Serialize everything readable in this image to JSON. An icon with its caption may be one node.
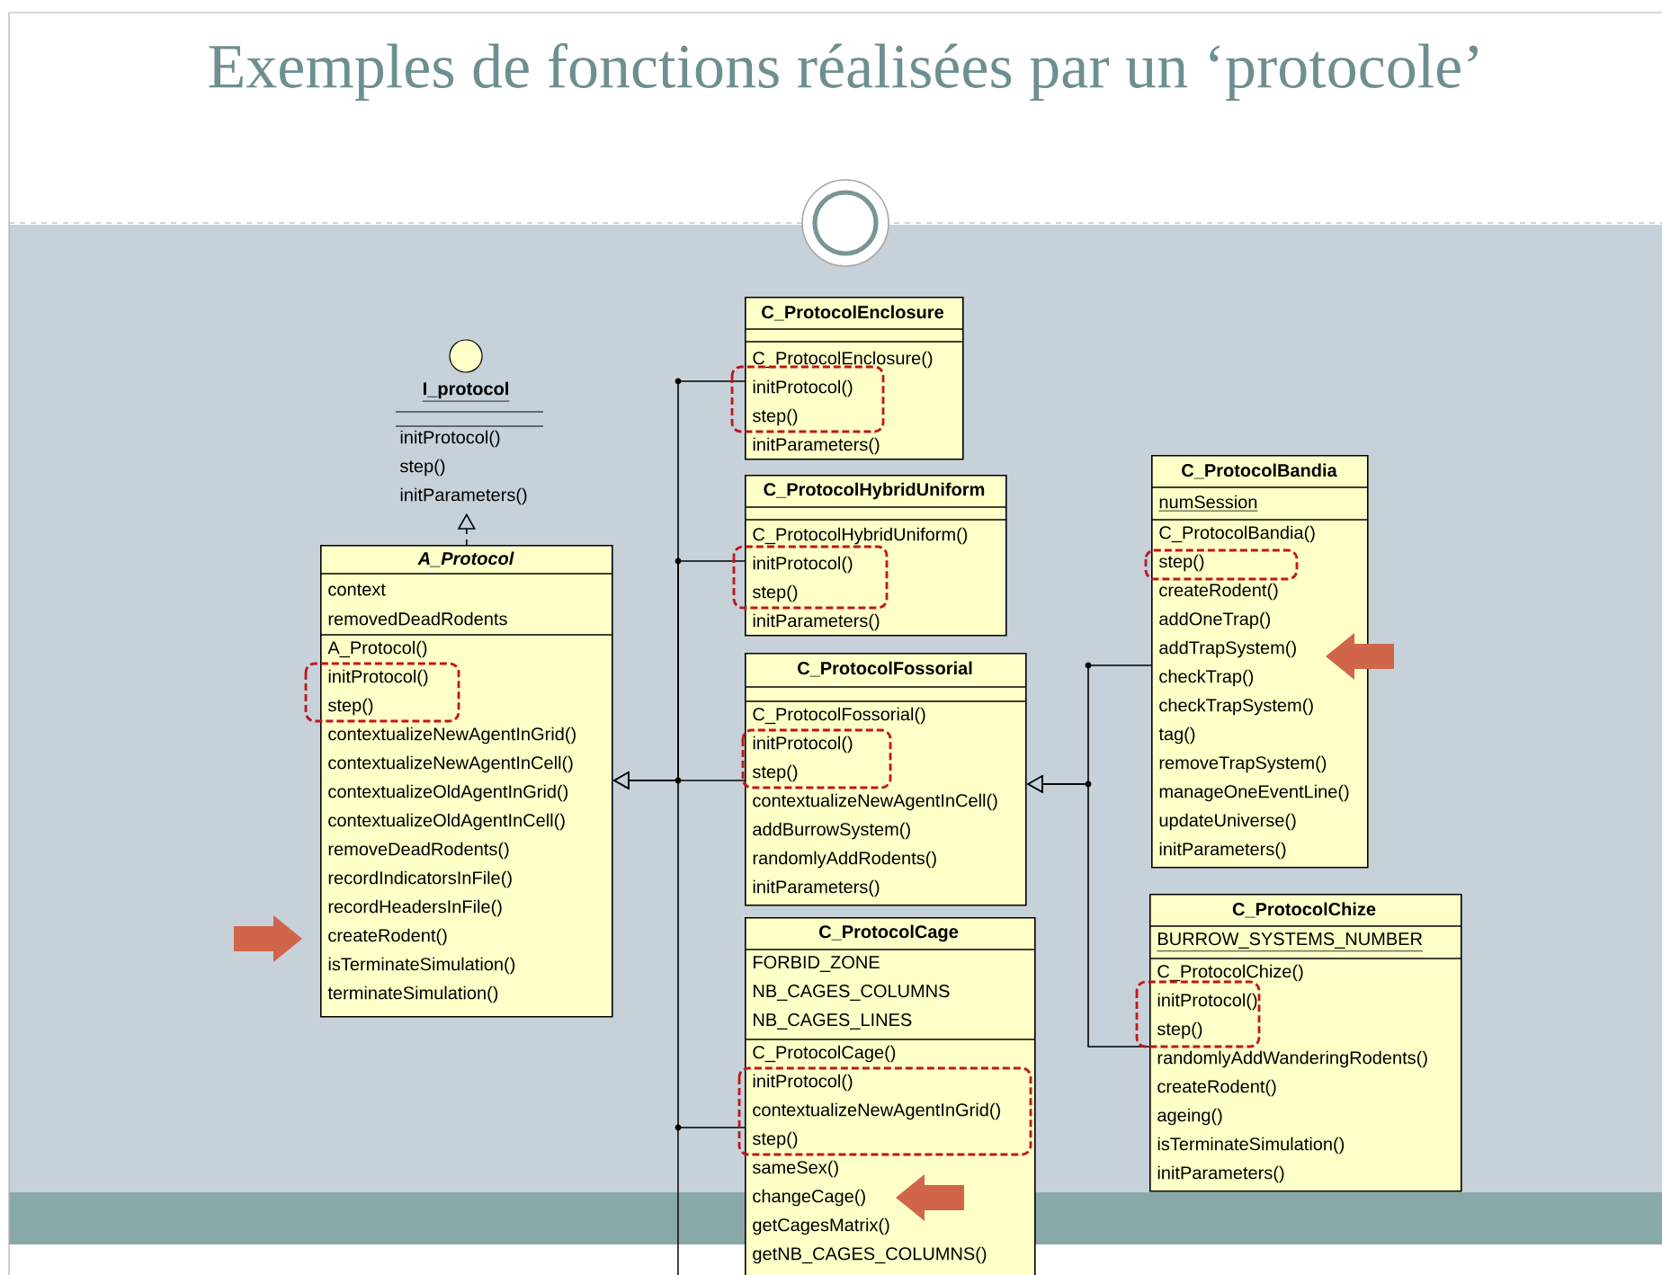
{
  "diagram": {
    "title": "Exemples de fonctions réalisées par un ‘protocole’",
    "nodes": [
      {
        "text": [
          "I_protocol",
          "initProtocol()",
          "step()",
          "initParameters()"
        ]
      },
      {
        "text": [
          "A_Protocol",
          "context",
          "removedDeadRodents",
          "A_Protocol()",
          "initProtocol()",
          "step()",
          "contextualizeNewAgentInGrid()",
          "contextualizeNewAgentInCell()",
          "contextualizeOldAgentInGrid()",
          "contextualizeOldAgentInCell()",
          "removeDeadRodents()",
          "recordIndicatorsInFile()",
          "recordHeadersInFile()",
          "createRodent()",
          "isTerminateSimulation()",
          "terminateSimulation()"
        ]
      },
      {
        "text": [
          "C_ProtocolEnclosure",
          "C_ProtocolEnclosure()",
          "initProtocol()",
          "step()",
          "initParameters()"
        ]
      },
      {
        "text": [
          "C_ProtocolHybridUniform",
          "C_ProtocolHybridUniform()",
          "initProtocol()",
          "step()",
          "initParameters()"
        ]
      },
      {
        "text": [
          "C_ProtocolFossorial",
          "C_ProtocolFossorial()",
          "initProtocol()",
          "step()",
          "contextualizeNewAgentInCell()",
          "addBurrowSystem()",
          "randomlyAddRodents()",
          "initParameters()"
        ]
      },
      {
        "text": [
          "C_ProtocolCage",
          "FORBID_ZONE",
          "NB_CAGES_COLUMNS",
          "NB_CAGES_LINES",
          "C_ProtocolCage()",
          "initProtocol()",
          "contextualizeNewAgentInGrid()",
          "step()",
          "sameSex()",
          "changeCage()",
          "getCagesMatrix()",
          "getNB_CAGES_COLUMNS()"
        ]
      },
      {
        "text": [
          "C_ProtocolBandia",
          "numSession",
          "C_ProtocolBandia()",
          "step()",
          "createRodent()",
          "addOneTrap()",
          "addTrapSystem()",
          "checkTrap()",
          "checkTrapSystem()",
          "tag()",
          "removeTrapSystem()",
          "manageOneEventLine()",
          "updateUniverse()",
          "initParameters()"
        ]
      },
      {
        "text": [
          "C_ProtocolChize",
          "BURROW_SYSTEMS_NUMBER",
          "C_ProtocolChize()",
          "initProtocol()",
          "step()",
          "randomlyAddWanderingRodents()",
          "createRodent()",
          "ageing()",
          "isTerminateSimulation()",
          "initParameters()"
        ]
      }
    ],
    "edges": [
      {
        "from": 1,
        "to": 0,
        "arrow": "to",
        "style": "dashed"
      },
      {
        "from": 2,
        "to": 1,
        "arrow": "to"
      },
      {
        "from": 3,
        "to": 1,
        "arrow": "to"
      },
      {
        "from": 4,
        "to": 1,
        "arrow": "to"
      },
      {
        "from": 5,
        "to": 1,
        "arrow": "to"
      },
      {
        "from": 6,
        "to": 4,
        "arrow": "to"
      },
      {
        "from": 7,
        "to": 4,
        "arrow": "to"
      }
    ]
  }
}
